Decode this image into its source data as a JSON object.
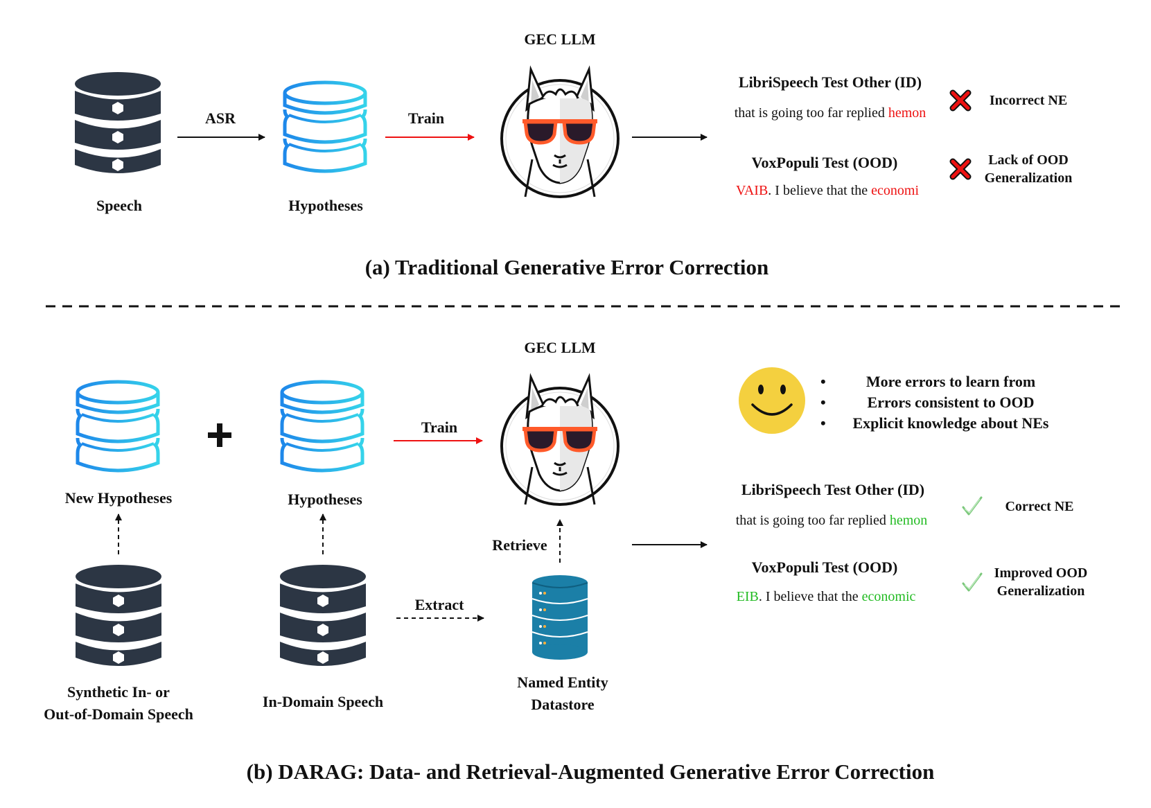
{
  "colors": {
    "red": "#ee1111",
    "green": "#22bb22",
    "dark_db": "#2c3644",
    "blue_db_a": "#1e88ea",
    "blue_db_b": "#35d3ea",
    "teal_db": "#1b7fa7",
    "smiley": "#f4d03f"
  },
  "icons": [
    "database-dark-icon",
    "database-blue-icon",
    "llama-sunglasses-icon",
    "server-datastore-icon",
    "red-x-icon",
    "green-check-icon",
    "smiley-icon",
    "plus-icon",
    "arrow-icon"
  ],
  "panel_a": {
    "speech_label": "Speech",
    "asr_label": "ASR",
    "hypotheses_label": "Hypotheses",
    "train_label": "Train",
    "llm_label": "GEC LLM",
    "id_heading": "LibriSpeech Test Other (ID)",
    "id_sentence": {
      "normal": "that is going too far replied ",
      "highlight": "hemon"
    },
    "ood_heading": "VoxPopuli Test (OOD)",
    "ood_sentence": {
      "h1": "VAIB",
      "normal": ". I believe that the ",
      "h2": "economi"
    },
    "result_1": "Incorrect NE",
    "result_2_line1": "Lack of OOD",
    "result_2_line2": "Generalization",
    "caption": "(a) Traditional Generative Error Correction"
  },
  "panel_b": {
    "new_hyp_label": "New Hypotheses",
    "hyp_label": "Hypotheses",
    "synthetic_line1": "Synthetic In- or",
    "synthetic_line2": "Out-of-Domain Speech",
    "indomain_label": "In-Domain Speech",
    "train_label": "Train",
    "extract_label": "Extract",
    "retrieve_label": "Retrieve",
    "llm_label": "GEC LLM",
    "datastore_line1": "Named Entity",
    "datastore_line2": "Datastore",
    "bullets": [
      "More errors to learn from",
      "Errors consistent to OOD",
      "Explicit knowledge about NEs"
    ],
    "bullet_marker": "•",
    "id_heading": "LibriSpeech Test Other (ID)",
    "id_sentence": {
      "normal": "that is going too far replied ",
      "highlight": "hemon"
    },
    "ood_heading": "VoxPopuli Test (OOD)",
    "ood_sentence": {
      "h1": "EIB",
      "normal": ". I believe that the ",
      "h2": "economic"
    },
    "result_1": "Correct NE",
    "result_2_line1": "Improved OOD",
    "result_2_line2": "Generalization",
    "caption": "(b) DARAG: Data- and Retrieval-Augmented Generative Error Correction"
  }
}
